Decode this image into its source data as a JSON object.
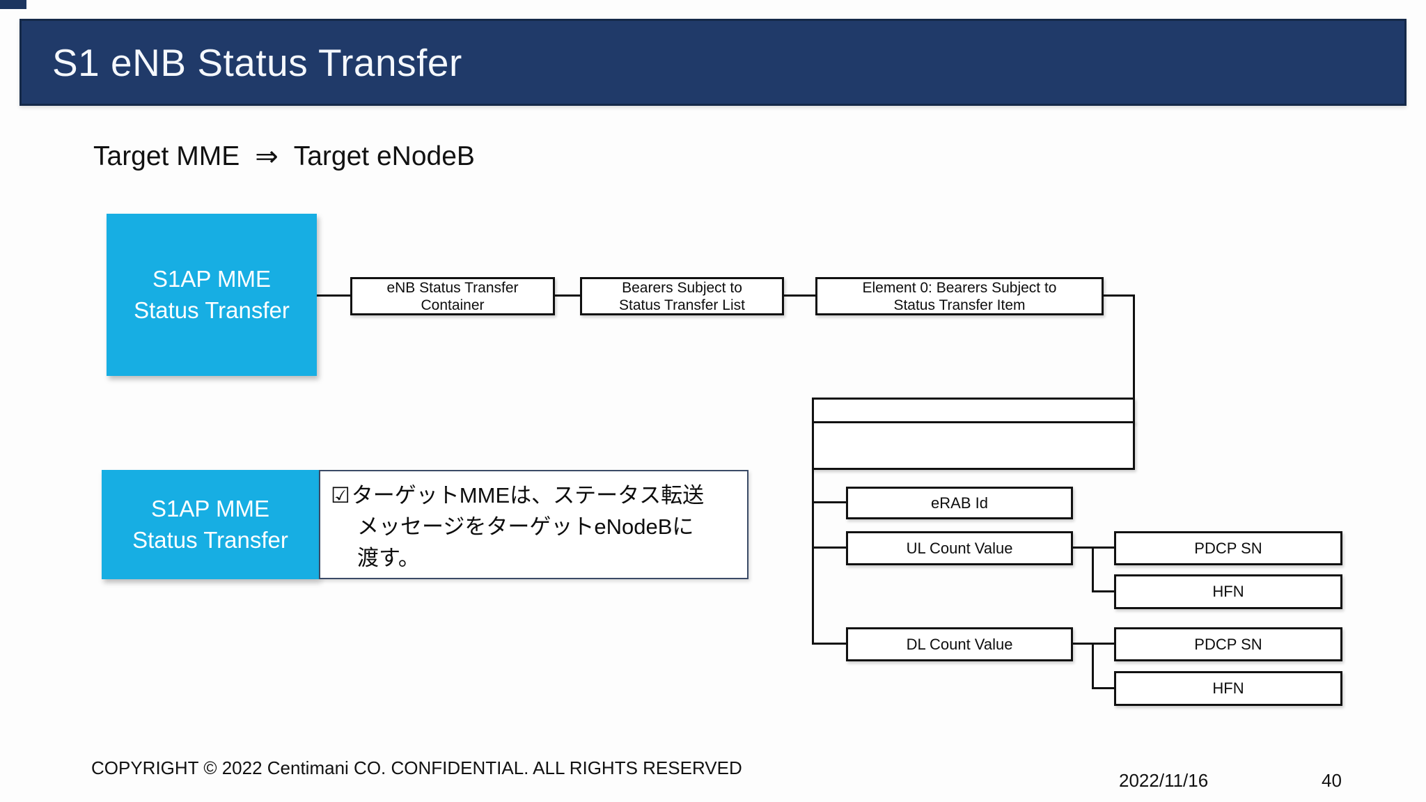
{
  "slide": {
    "title": "S1 eNB Status Transfer",
    "subtitle": {
      "source": "Target MME",
      "arrow": "⇒",
      "target": "Target eNodeB"
    },
    "footer": {
      "copyright": "COPYRIGHT © 2022 Centimani CO. CONFIDENTIAL. ALL RIGHTS RESERVED",
      "date": "2022/11/16",
      "page": "40"
    }
  },
  "colors": {
    "banner_fill": "#203A69",
    "banner_border": "#152948",
    "cyan": "#17AEE3",
    "line": "#111111"
  },
  "message_flow": {
    "source_box": {
      "lines": [
        "S1AP MME",
        "Status Transfer"
      ]
    },
    "chain": [
      {
        "lines": [
          "eNB Status Transfer",
          "Container"
        ]
      },
      {
        "lines": [
          "Bearers Subject to",
          "Status Transfer List"
        ]
      },
      {
        "lines": [
          "Element 0: Bearers Subject to",
          "Status Transfer Item"
        ]
      }
    ],
    "item_fields": {
      "erab_id": "eRAB Id",
      "ul_count": "UL Count Value",
      "ul_children": [
        "PDCP SN",
        "HFN"
      ],
      "dl_count": "DL Count Value",
      "dl_children": [
        "PDCP SN",
        "HFN"
      ]
    }
  },
  "note": {
    "label_box": {
      "lines": [
        "S1AP MME",
        "Status Transfer"
      ]
    },
    "check_glyph": "☑",
    "text_lines": [
      "ターゲットMMEは、ステータス転送",
      "メッセージをターゲットeNodeBに",
      "渡す。"
    ]
  }
}
